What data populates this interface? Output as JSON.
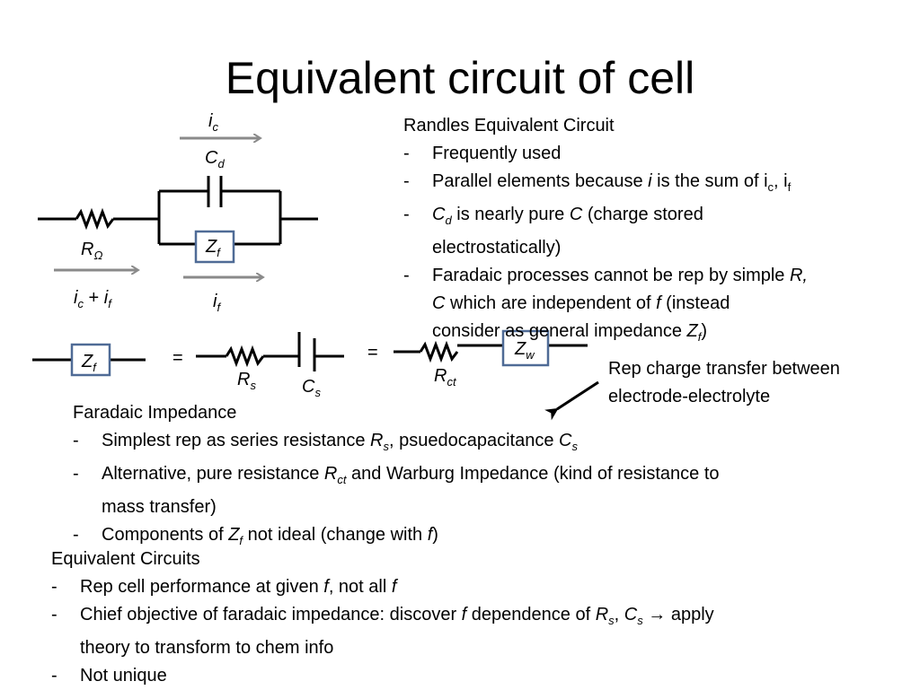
{
  "title": "Equivalent circuit of cell",
  "labels": {
    "ic_main": "i",
    "ic_sub": "c",
    "cd_main": "C",
    "cd_sub": "d",
    "zf_main": "Z",
    "zf_sub": "f",
    "r_main": "R",
    "r_omega": "Ω",
    "sum_i1": "i",
    "sum_sub1": "c",
    "sum_plus": " + ",
    "sum_i2": "i",
    "sum_sub2": "f",
    "if_main": "i",
    "if_sub": "f",
    "eq": "=",
    "rs_main": "R",
    "rs_sub": "s",
    "cs_main": "C",
    "cs_sub": "s",
    "rct_main": "R",
    "rct_sub": "ct",
    "zw_main": "Z",
    "zw_sub": "w"
  },
  "randles": {
    "heading": "Randles Equivalent Circuit",
    "b1": "Frequently used",
    "b2_a": "Parallel elements because ",
    "b2_i": "i",
    "b2_b": " is the sum of i",
    "b2_s1": "c",
    "b2_c": ", i",
    "b2_s2": "f",
    "b3_c": "C",
    "b3_d": "d",
    "b3_a": " is nearly pure ",
    "b3_C": "C",
    "b3_b": " (charge stored",
    "b3_line2": "electrostatically)",
    "b4_a": "Faradaic processes cannot be rep by simple ",
    "b4_R": "R,",
    "b4_C": "C",
    "b4_b": " which are independent of ",
    "b4_f": "f",
    "b4_c": " (instead",
    "b4_d": "consider as general impedance ",
    "b4_Z": "Z",
    "b4_Zs": "f",
    "b4_e": ")"
  },
  "note": {
    "line1": "Rep charge transfer between",
    "line2": "electrode-electrolyte"
  },
  "faradaic": {
    "heading": "Faradaic Impedance",
    "b1_a": "Simplest rep as series resistance ",
    "b1_R": "R",
    "b1_Rs": "s",
    "b1_b": ", psuedocapacitance ",
    "b1_C": "C",
    "b1_Cs": "s",
    "b2_a": "Alternative, pure resistance ",
    "b2_R": "R",
    "b2_Rs": "ct",
    "b2_b": " and Warburg Impedance (kind of resistance to",
    "b2_line2": "mass transfer)",
    "b3_a": "Components of ",
    "b3_Z": "Z",
    "b3_Zs": "f",
    "b3_b": " not ideal (change with ",
    "b3_f": "f",
    "b3_c": ")"
  },
  "equiv": {
    "heading": "Equivalent Circuits",
    "b1_a": "Rep cell performance at given ",
    "b1_f": "f",
    "b1_b": ", not all ",
    "b1_f2": "f",
    "b2_a": "Chief objective of faradaic impedance: discover ",
    "b2_f": "f",
    "b2_b": " dependence of ",
    "b2_R": "R",
    "b2_Rs": "s",
    "b2_c": ", ",
    "b2_C": "C",
    "b2_Cs": "s",
    "b2_arrow": " → ",
    "b2_d": "apply",
    "b2_line2": "theory to transform to chem info",
    "b3": "Not unique"
  },
  "dash": "-",
  "colors": {
    "box": "#4f6b96",
    "arrow": "#8a8a8a",
    "line": "#000000"
  }
}
